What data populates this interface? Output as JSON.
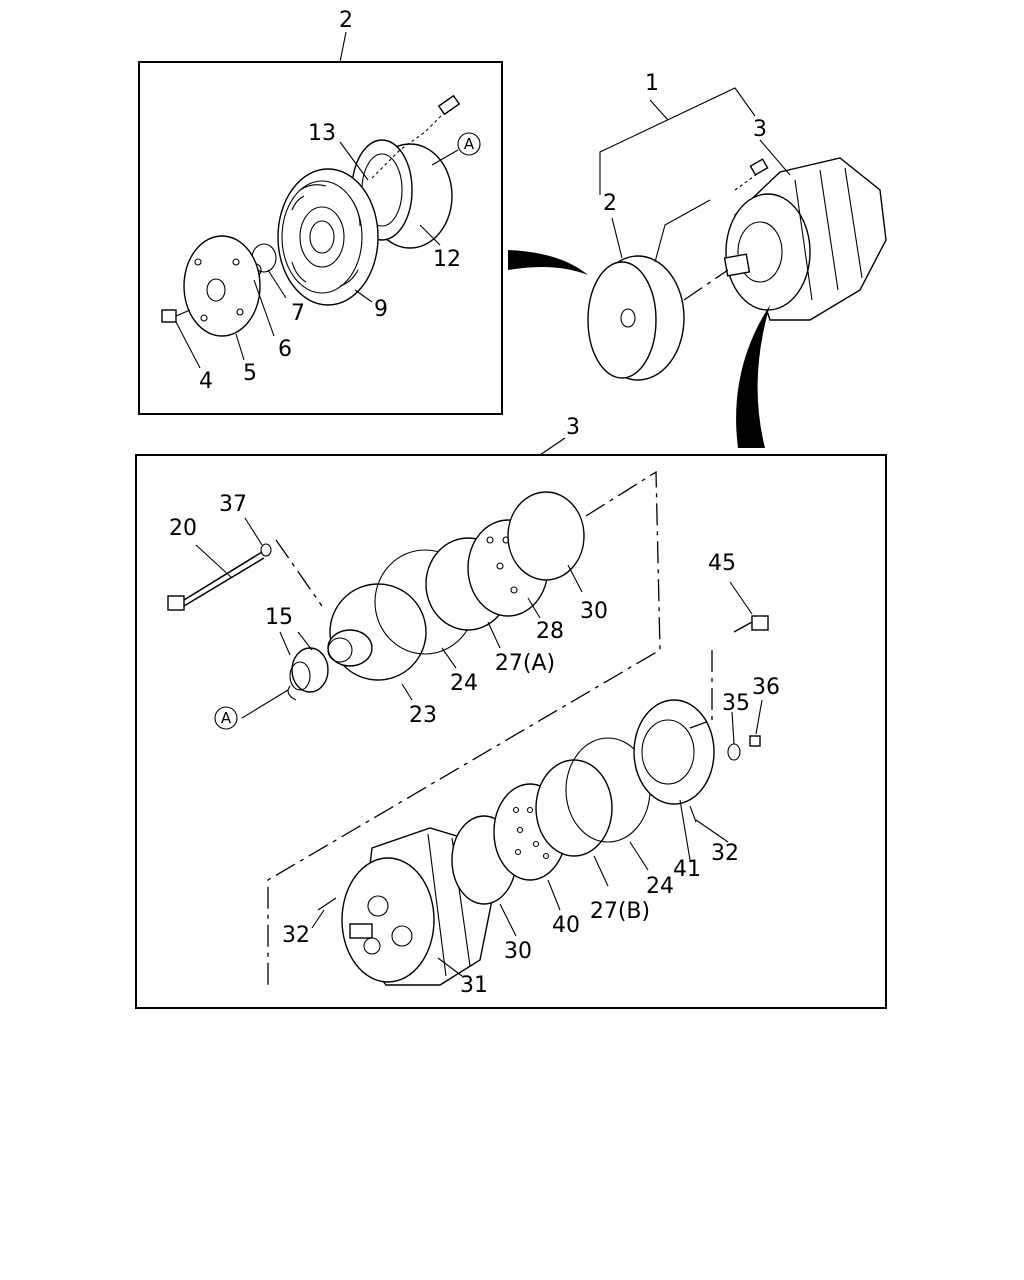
{
  "callouts": {
    "c1": "1",
    "c2_top": "2",
    "c2_right": "2",
    "c3_right": "3",
    "c3_box": "3",
    "c4": "4",
    "c5": "5",
    "c6": "6",
    "c7": "7",
    "c9": "9",
    "c12": "12",
    "c13": "13",
    "c15": "15",
    "c20": "20",
    "c23": "23",
    "c24a": "24",
    "c24b": "24",
    "c27a": "27(A)",
    "c27b": "27(B)",
    "c28": "28",
    "c30a": "30",
    "c30b": "30",
    "c31": "31",
    "c32a": "32",
    "c32b": "32",
    "c35": "35",
    "c36": "36",
    "c37": "37",
    "c40": "40",
    "c41": "41",
    "c45": "45"
  },
  "refs": {
    "ref_a_top": "A",
    "ref_a_mid": "A"
  }
}
